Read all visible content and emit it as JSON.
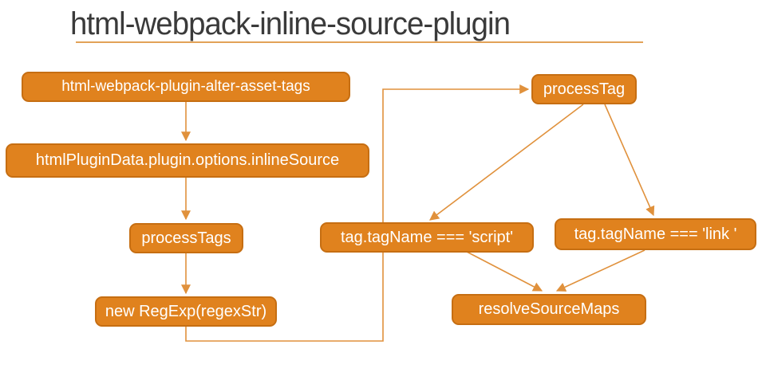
{
  "title": {
    "text": "html-webpack-inline-source-plugin"
  },
  "colors": {
    "background": "#ffffff",
    "title_text": "#3a3a3a",
    "title_underline": "#e2a258",
    "node_fill": "#e0821e",
    "node_border": "#c66e12",
    "node_text": "#ffffff",
    "connector": "#e0913c"
  },
  "diagram": {
    "nodes": [
      {
        "id": "alter-asset-tags",
        "label": "html-webpack-plugin-alter-asset-tags"
      },
      {
        "id": "inline-source",
        "label": "htmlPluginData.plugin.options.inlineSource"
      },
      {
        "id": "process-tags",
        "label": "processTags"
      },
      {
        "id": "new-regexp",
        "label": "new RegExp(regexStr)"
      },
      {
        "id": "process-tag",
        "label": "processTag"
      },
      {
        "id": "tag-script",
        "label": "tag.tagName === 'script'"
      },
      {
        "id": "tag-link",
        "label": "tag.tagName === 'link '"
      },
      {
        "id": "resolve-source-maps",
        "label": "resolveSourceMaps"
      }
    ],
    "edges": [
      {
        "from": "alter-asset-tags",
        "to": "inline-source"
      },
      {
        "from": "inline-source",
        "to": "process-tags"
      },
      {
        "from": "process-tags",
        "to": "new-regexp"
      },
      {
        "from": "new-regexp",
        "to": "process-tag"
      },
      {
        "from": "process-tag",
        "to": "tag-script"
      },
      {
        "from": "process-tag",
        "to": "tag-link"
      },
      {
        "from": "tag-script",
        "to": "resolve-source-maps"
      },
      {
        "from": "tag-link",
        "to": "resolve-source-maps"
      }
    ]
  }
}
